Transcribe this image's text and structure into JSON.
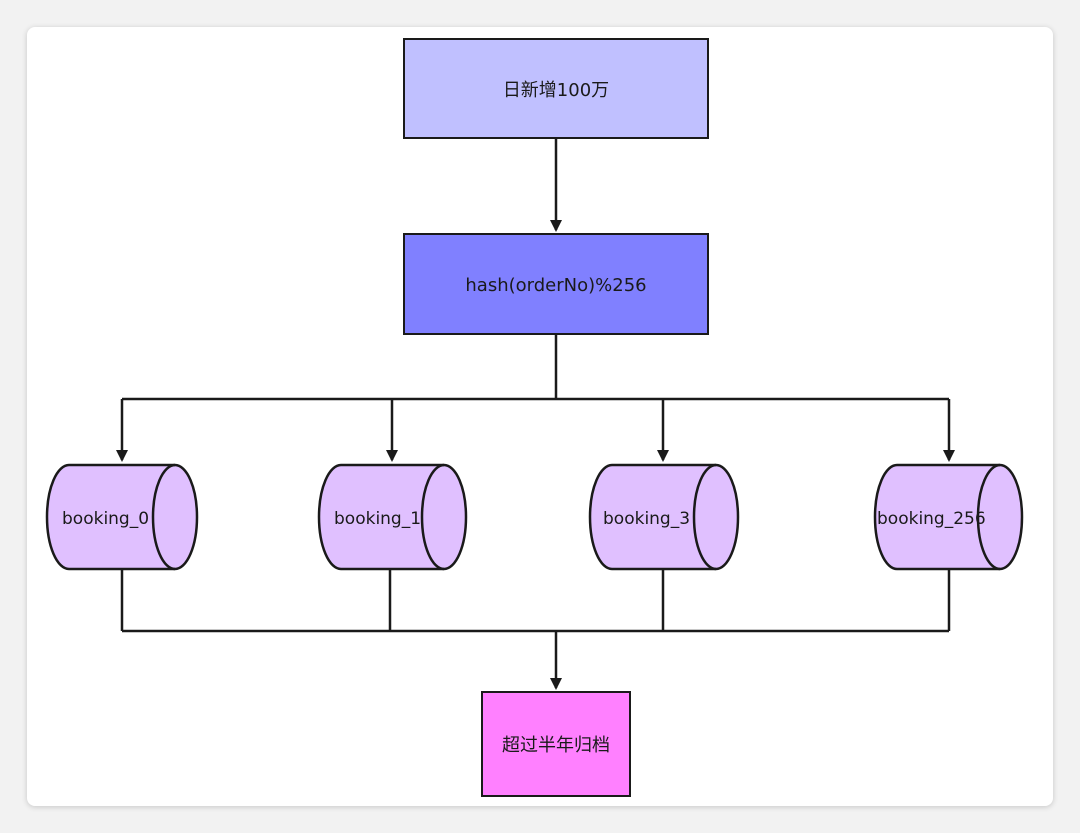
{
  "diagram": {
    "source_box": {
      "label": "日新增100万",
      "fill": "#c0c0ff"
    },
    "hash_box": {
      "label": "hash(orderNo)%256",
      "fill": "#8080ff"
    },
    "databases": [
      {
        "label": "booking_0"
      },
      {
        "label": "booking_1"
      },
      {
        "label": "booking_3"
      },
      {
        "label": "booking_256"
      }
    ],
    "database_fill": "#e0c0ff",
    "archive_box": {
      "label": "超过半年归档",
      "fill": "#ff80ff"
    },
    "line_color": "#1a1a1a"
  }
}
